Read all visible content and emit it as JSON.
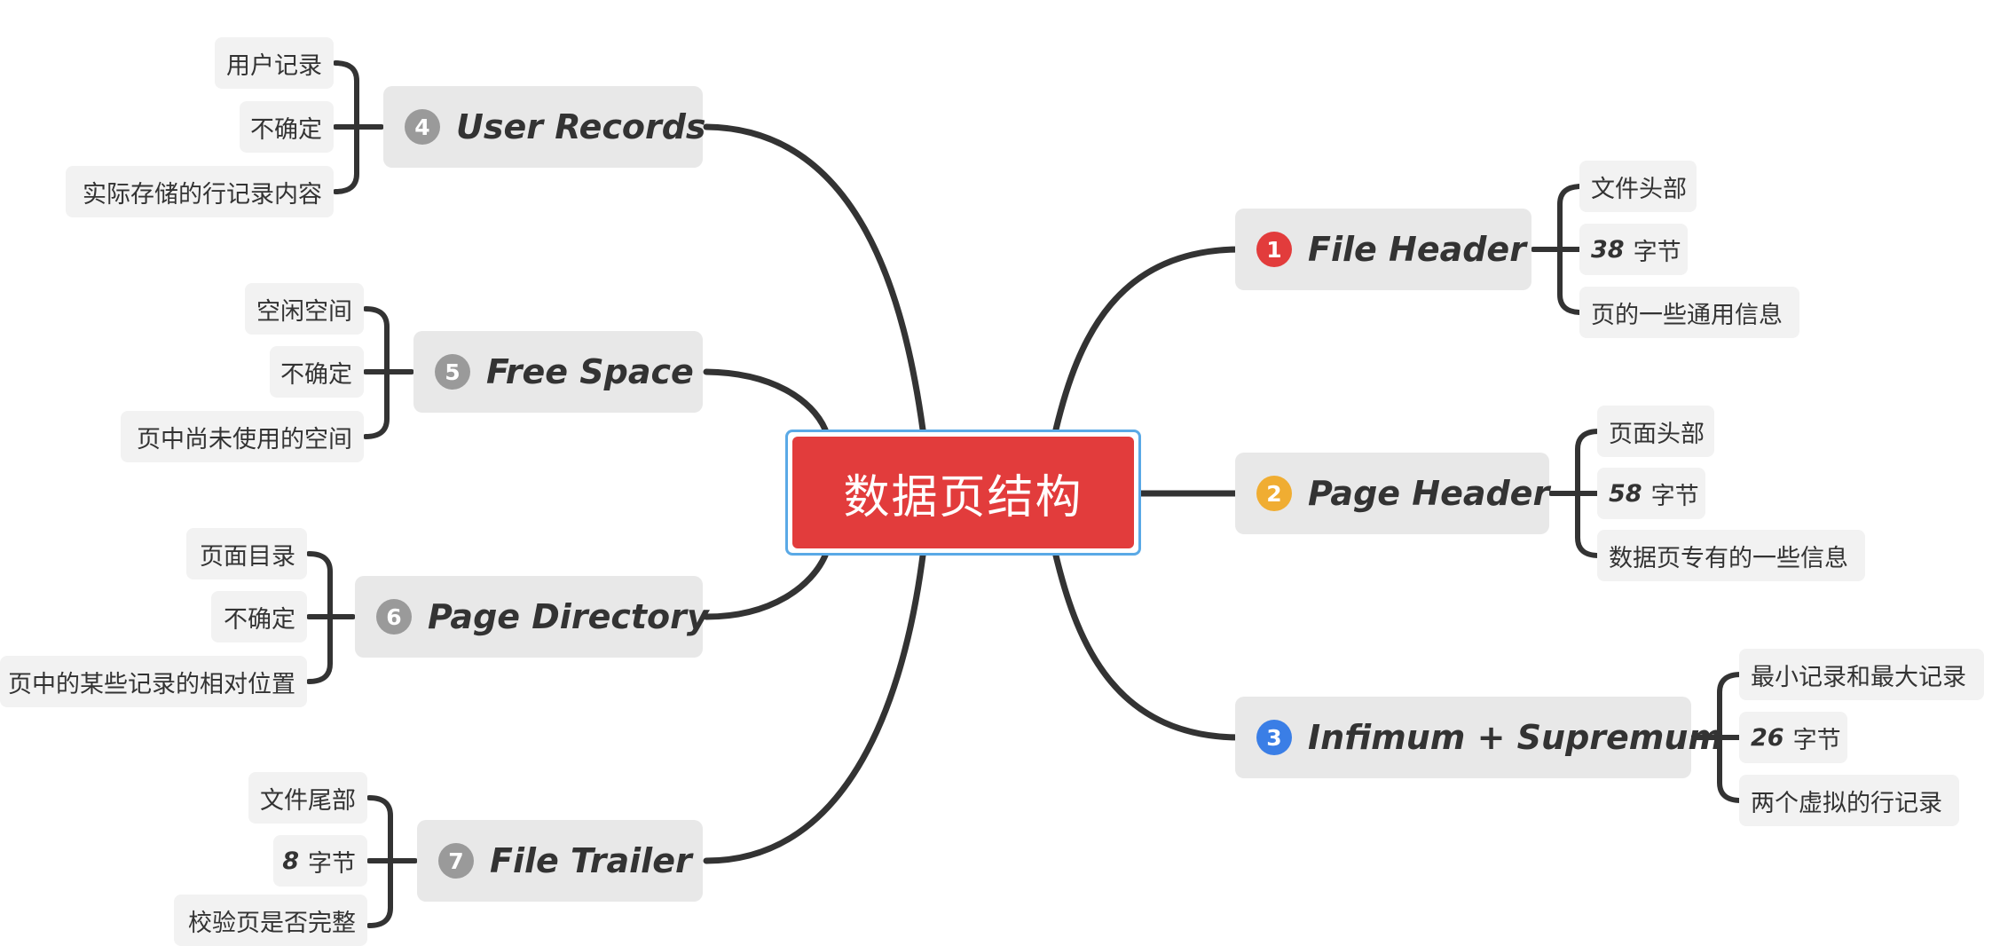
{
  "central": {
    "title": "数据页结构"
  },
  "branches": [
    {
      "badge": "1",
      "badge_color": "#e23c3c",
      "label": "File Header",
      "leaves": [
        {
          "text": "文件头部"
        },
        {
          "num": "38",
          "text": "字节"
        },
        {
          "text": "页的一些通用信息"
        }
      ]
    },
    {
      "badge": "2",
      "badge_color": "#f0ad32",
      "label": "Page Header",
      "leaves": [
        {
          "text": "页面头部"
        },
        {
          "num": "58",
          "text": "字节"
        },
        {
          "text": "数据页专有的一些信息"
        }
      ]
    },
    {
      "badge": "3",
      "badge_color": "#3a7ee6",
      "label": "Infimum + Supremum",
      "leaves": [
        {
          "text": "最小记录和最大记录"
        },
        {
          "num": "26",
          "text": "字节"
        },
        {
          "text": "两个虚拟的行记录"
        }
      ]
    },
    {
      "badge": "4",
      "badge_color": "#9a9a9a",
      "label": "User Records",
      "leaves": [
        {
          "text": "用户记录"
        },
        {
          "text": "不确定"
        },
        {
          "text": "实际存储的行记录内容"
        }
      ]
    },
    {
      "badge": "5",
      "badge_color": "#9a9a9a",
      "label": "Free Space",
      "leaves": [
        {
          "text": "空闲空间"
        },
        {
          "text": "不确定"
        },
        {
          "text": "页中尚未使用的空间"
        }
      ]
    },
    {
      "badge": "6",
      "badge_color": "#9a9a9a",
      "label": "Page Directory",
      "leaves": [
        {
          "text": "页面目录"
        },
        {
          "text": "不确定"
        },
        {
          "text": "页中的某些记录的相对位置"
        }
      ]
    },
    {
      "badge": "7",
      "badge_color": "#9a9a9a",
      "label": "File Trailer",
      "leaves": [
        {
          "text": "文件尾部"
        },
        {
          "num": "8",
          "text": "字节"
        },
        {
          "text": "校验页是否完整"
        }
      ]
    }
  ],
  "colors": {
    "connector": "#333333",
    "central_fill": "#e23c3c",
    "central_border": "#5aa9e6",
    "branch_fill": "#e8e8e8",
    "leaf_fill": "#f2f2f2"
  }
}
